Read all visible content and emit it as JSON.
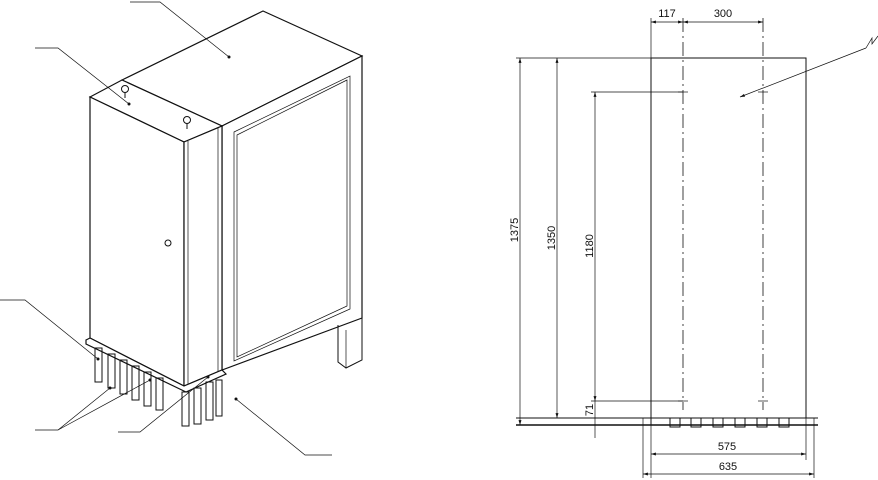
{
  "dimensions": {
    "top_left": "117",
    "top_right": "300",
    "total_height": "1375",
    "body_height": "1350",
    "mount_height": "1180",
    "base_offset": "71",
    "inner_width": "575",
    "outer_width": "635"
  },
  "colors": {
    "line": "#111111",
    "background": "#ffffff"
  }
}
